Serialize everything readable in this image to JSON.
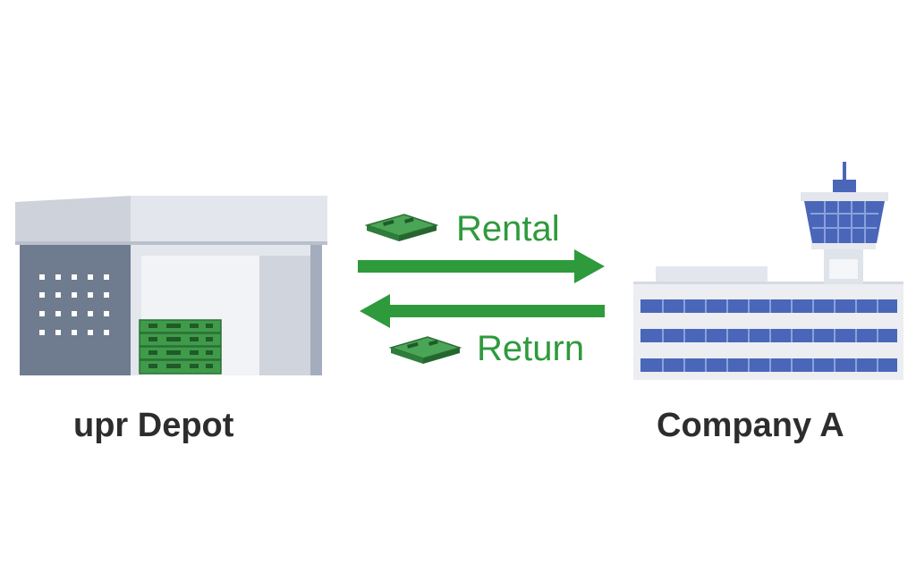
{
  "diagram": {
    "flows": {
      "rental_label": "Rental",
      "return_label": "Return"
    },
    "nodes": {
      "depot_label": "upr Depot",
      "company_label": "Company A"
    }
  },
  "colors": {
    "arrow_green": "#2e9a3c",
    "pallet_green": "#3f9b4a",
    "roof_light": "#dfe2e8",
    "wall_dark": "#6f7b8f",
    "window_blue": "#4a66b8",
    "text_dark": "#2d2d2d"
  },
  "icons": {
    "source": "warehouse-icon",
    "target": "airport-terminal-icon",
    "item": "pallet-icon"
  }
}
